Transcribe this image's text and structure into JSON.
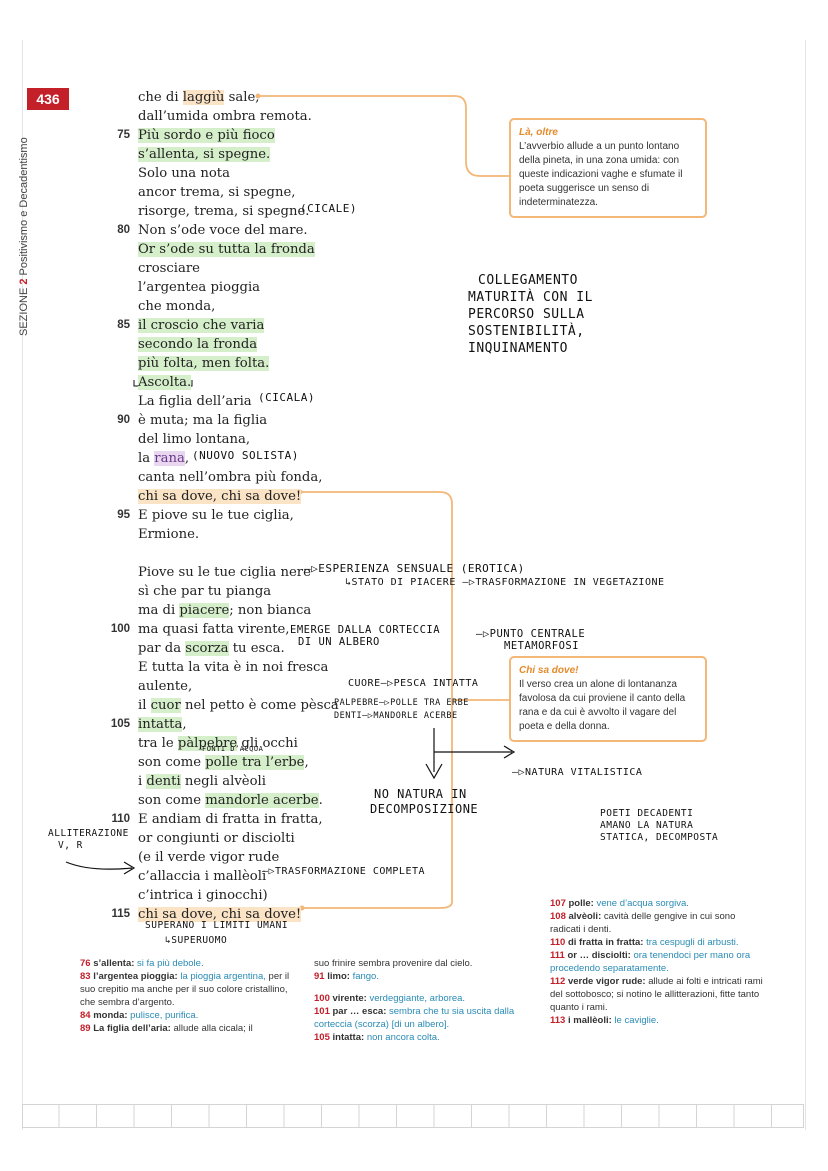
{
  "page_number": "436",
  "section": {
    "prefix": "SEZIONE",
    "num": "2",
    "title": "Positivismo e Decadentismo"
  },
  "poem": [
    {
      "num": "",
      "text": "che di ",
      "hl": "laggiù",
      "hl_type": "o",
      "after": " sale,"
    },
    {
      "num": "",
      "text": "dall’umida ombra remota."
    },
    {
      "num": "75",
      "text": "",
      "hl": "Più sordo e più fioco",
      "hl_type": "g",
      "after": ""
    },
    {
      "num": "",
      "text": "",
      "hl": "s’allenta, si spegne.",
      "hl_type": "g",
      "after": ""
    },
    {
      "num": "",
      "text": "Solo una nota"
    },
    {
      "num": "",
      "text": "ancor trema, si spegne,"
    },
    {
      "num": "",
      "text": "risorge, trema, si spegne."
    },
    {
      "num": "80",
      "text": "Non s’ode voce del mare."
    },
    {
      "num": "",
      "text": "",
      "hl": "Or s’ode su tutta la fronda",
      "hl_type": "g",
      "after": ""
    },
    {
      "num": "",
      "text": "crosciare"
    },
    {
      "num": "",
      "text": "l’argentea pioggia"
    },
    {
      "num": "",
      "text": "che monda,"
    },
    {
      "num": "85",
      "text": "",
      "hl": "il croscio che varia",
      "hl_type": "g",
      "after": ""
    },
    {
      "num": "",
      "text": "",
      "hl": "secondo la fronda",
      "hl_type": "g",
      "after": ""
    },
    {
      "num": "",
      "text": "",
      "hl": "più folta, men folta.",
      "hl_type": "g",
      "after": ""
    },
    {
      "num": "",
      "text": "",
      "hl": "Ascolta.",
      "hl_type": "g",
      "after": ""
    },
    {
      "num": "",
      "text": "La figlia dell’aria"
    },
    {
      "num": "90",
      "text": "è muta; ma la figlia"
    },
    {
      "num": "",
      "text": "del limo lontana,"
    },
    {
      "num": "",
      "text": "la ",
      "hl": "rana",
      "hl_type": "p",
      "after": ","
    },
    {
      "num": "",
      "text": "canta nell’ombra più fonda,"
    },
    {
      "num": "",
      "text": "",
      "hl": "chi sa dove, chi sa dove!",
      "hl_type": "o",
      "after": ""
    },
    {
      "num": "95",
      "text": "E piove su le tue ciglia,"
    },
    {
      "num": "",
      "text": "Ermione."
    },
    {
      "num": "",
      "text": ""
    },
    {
      "num": "",
      "text": "Piove su le tue ciglia nere"
    },
    {
      "num": "",
      "text": "sì che par tu pianga"
    },
    {
      "num": "",
      "text": "ma di ",
      "hl": "piacere",
      "hl_type": "g",
      "after": "; non bianca"
    },
    {
      "num": "100",
      "text": "ma quasi fatta virente,"
    },
    {
      "num": "",
      "text": "par da ",
      "hl": "scorza",
      "hl_type": "g",
      "after": " tu esca."
    },
    {
      "num": "",
      "text": "E tutta la vita è in noi fresca"
    },
    {
      "num": "",
      "text": "aulente,"
    },
    {
      "num": "",
      "text": "il ",
      "hl": "cuor",
      "hl_type": "g",
      "after": " nel petto è come pèsca"
    },
    {
      "num": "105",
      "text": "",
      "hl": "intatta",
      "hl_type": "g",
      "after": ","
    },
    {
      "num": "",
      "text": "tra le ",
      "hl": "pàlpebre",
      "hl_type": "g",
      "after": " gli occhi"
    },
    {
      "num": "",
      "text": "son come ",
      "hl": "polle tra l’erbe",
      "hl_type": "g",
      "after": ","
    },
    {
      "num": "",
      "text": "i ",
      "hl": "denti",
      "hl_type": "g",
      "after": " negli alvèoli"
    },
    {
      "num": "",
      "text": "son come ",
      "hl": "mandorle acerbe",
      "hl_type": "g",
      "after": "."
    },
    {
      "num": "110",
      "text": "E andiam di fratta in fratta,"
    },
    {
      "num": "",
      "text": "or congiunti or disciolti"
    },
    {
      "num": "",
      "text": "(e il verde vigor rude"
    },
    {
      "num": "",
      "text": "c’allaccia i mallèoli"
    },
    {
      "num": "",
      "text": "c’intrica i ginocchi)"
    },
    {
      "num": "115",
      "text": "",
      "hl": "chi sa dove, chi sa dove!",
      "hl_type": "o",
      "after": ""
    }
  ],
  "box1": {
    "title": "Là, oltre",
    "body": "L’avverbio allude a un punto lontano della pineta, in una zona umida: con queste indicazioni vaghe e sfumate il poeta suggerisce un senso di indeterminatezza."
  },
  "box2": {
    "title": "Chi sa dove!",
    "body": "Il verso crea un alone di lontananza favolosa da cui proviene il canto della rana e da cui è avvolto il vagare del poeta e della donna."
  },
  "handwritten": {
    "cicale": "(CICALE)",
    "collegamento": [
      "COLLEGAMENTO",
      "MATURITÀ CON IL",
      "PERCORSO SULLA",
      "SOSTENIBILITÀ,",
      "INQUINAMENTO"
    ],
    "cicala": "(CICALA)",
    "solista": "(NUOVO SOLISTA)",
    "esperienza": "—▷ESPERIENZA SENSUALE (EROTICA)",
    "stato": "↳STATO DI PIACERE —▷TRASFORMAZIONE IN VEGETAZIONE",
    "emerge": [
      "EMERGE DALLA CORTECCIA",
      "DI UN ALBERO"
    ],
    "punto": [
      "—▷PUNTO CENTRALE",
      "METAMORFOSI"
    ],
    "cuore": "CUORE—▷PESCA INTATTA",
    "palpebre": "PALPEBRE—▷POLLE TRA ERBE",
    "denti": "DENTI—▷MANDORLE ACERBE",
    "fonti": "FONTI D’ACQUA",
    "natura_vit": "—▷NATURA VITALISTICA",
    "no_natura": [
      "NO NATURA IN",
      "DECOMPOSIZIONE"
    ],
    "poeti": [
      "POETI DECADENTI",
      "AMANO LA NATURA",
      "STATICA, DECOMPOSTA"
    ],
    "allit": [
      "ALLITERAZIONE",
      "V, R"
    ],
    "trasf": "—▷TRASFORMAZIONE COMPLETA",
    "superano": "SUPERANO I LIMITI UMANI",
    "superuomo": "↳SUPERUOMO"
  },
  "notes_col1": [
    {
      "n": "76",
      "k": "s’allenta:",
      "t": "si fa più debole.",
      "r": ""
    },
    {
      "n": "83",
      "k": "l’argentea pioggia:",
      "t": "la pioggia argentina,",
      "r": " per il suo crepitio ma anche per il suo colore cristallino, che sembra d’argento."
    },
    {
      "n": "84",
      "k": "monda:",
      "t": "pulisce, purifica.",
      "r": ""
    },
    {
      "n": "89",
      "k": "La figlia dell’aria:",
      "t": "",
      "r": "allude alla cicala; il"
    }
  ],
  "notes_col2": [
    {
      "n": "",
      "k": "",
      "t": "",
      "r": "suo frinire sembra provenire dal cielo."
    },
    {
      "n": "91",
      "k": "limo:",
      "t": "fango.",
      "r": ""
    },
    {
      "n": "100",
      "k": "virente:",
      "t": "verdeggiante, arborea.",
      "r": ""
    },
    {
      "n": "101",
      "k": "par … esca:",
      "t": "sembra che tu sia uscita dalla corteccia (scorza) [di un albero].",
      "r": ""
    },
    {
      "n": "105",
      "k": "intatta:",
      "t": "non ancora colta.",
      "r": ""
    }
  ],
  "notes_col3": [
    {
      "n": "107",
      "k": "polle:",
      "t": "vene d’acqua sorgiva.",
      "r": ""
    },
    {
      "n": "108",
      "k": "alvèoli:",
      "t": "",
      "r": "cavità delle gengive in cui sono radicati i denti."
    },
    {
      "n": "110",
      "k": "di fratta in fratta:",
      "t": "tra cespugli di arbusti.",
      "r": ""
    },
    {
      "n": "111",
      "k": "or … disciolti:",
      "t": "ora tenendoci per mano ora procedendo separatamente.",
      "r": ""
    },
    {
      "n": "112",
      "k": "verde vigor rude:",
      "t": "",
      "r": "allude ai folti e intricati rami del sottobosco; si notino le allitterazioni, fitte tanto quanto i rami."
    },
    {
      "n": "113",
      "k": "i mallèoli:",
      "t": "le caviglie.",
      "r": ""
    }
  ]
}
